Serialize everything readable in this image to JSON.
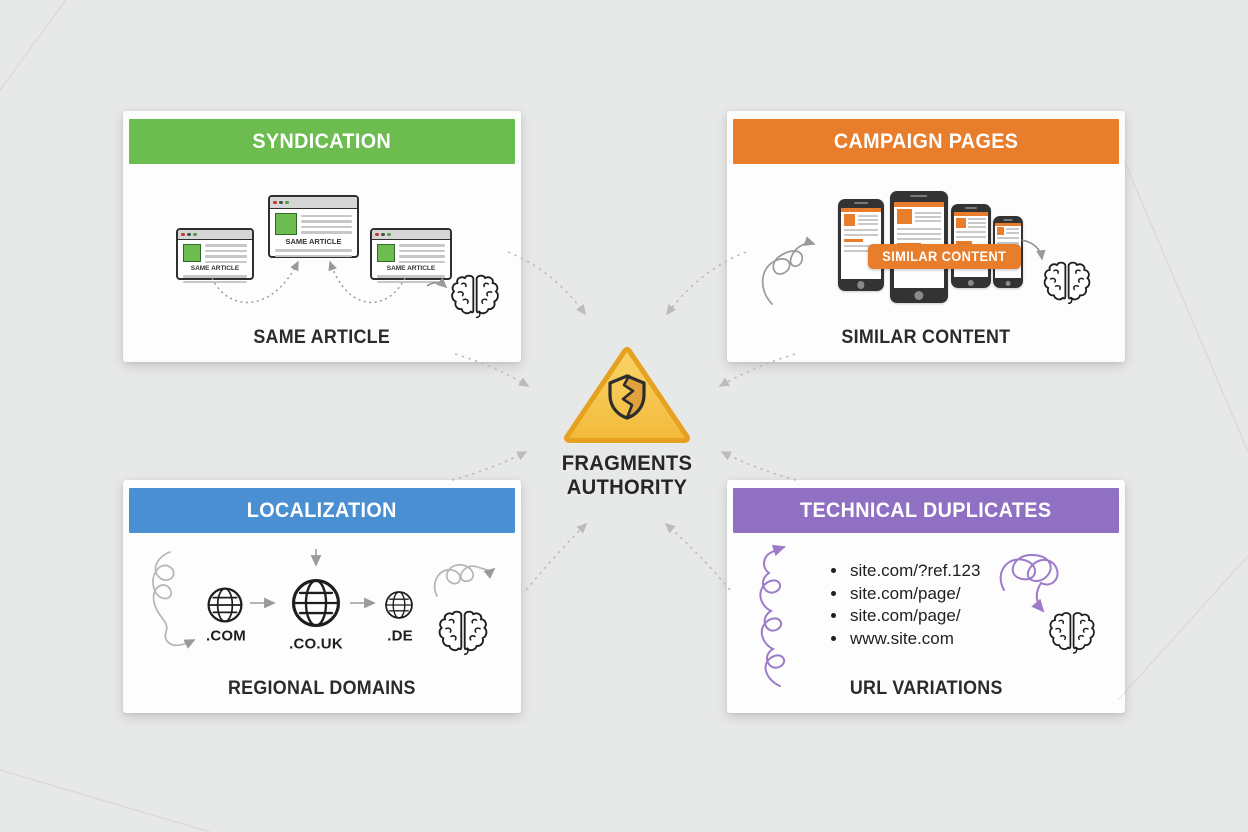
{
  "center": {
    "line1": "FRAGMENTS",
    "line2": "AUTHORITY",
    "icon": "broken-shield-warning-triangle"
  },
  "colors": {
    "background": "#e7e8e8",
    "green": "#6cbc4f",
    "orange": "#e87d2c",
    "blue": "#4a8fd2",
    "purple": "#9070c2",
    "triangle_fill_top": "#f9d466",
    "triangle_fill_bottom": "#f2ba3c",
    "triangle_border": "#e6a120",
    "text_dark": "#2b2b2b",
    "dashed_arrow_gray": "#bcbcbc",
    "squiggle_purple": "#9c7cc9"
  },
  "cards": [
    {
      "title": "SYNDICATION",
      "caption": "SAME ARTICLE",
      "accent": "#6cbc4f",
      "windows": [
        {
          "label": "SAME ARTICLE"
        },
        {
          "label": "SAME ARTICLE"
        },
        {
          "label": "SAME ARTICLE"
        }
      ]
    },
    {
      "title": "CAMPAIGN PAGES",
      "caption": "SIMILAR CONTENT",
      "accent": "#e87d2c",
      "badge": "SIMILAR CONTENT"
    },
    {
      "title": "LOCALIZATION",
      "caption": "REGIONAL DOMAINS",
      "accent": "#4a8fd2",
      "domains": [
        ".COM",
        ".CO.UK",
        ".DE"
      ]
    },
    {
      "title": "TECHNICAL DUPLICATES",
      "caption": "URL VARIATIONS",
      "accent": "#9070c2",
      "urls": [
        "site.com/?ref.123",
        "site.com/page/",
        "site.com/page/",
        "www.site.com"
      ]
    }
  ]
}
